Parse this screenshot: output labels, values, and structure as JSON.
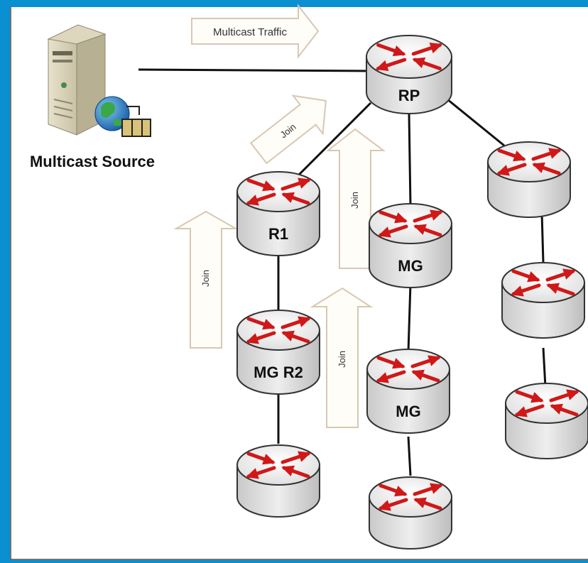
{
  "colors": {
    "frame": "#0a8fd0",
    "background": "#ffffff",
    "arrow_red": "#d01818",
    "router_top": "#f2f2f2",
    "router_side": "#dcdcdc",
    "link": "#111111",
    "callout_stroke": "#d7c8b2",
    "callout_fill": "#fffdf8"
  },
  "source": {
    "label": "Multicast Source",
    "icon": "server-globe-icon"
  },
  "traffic_arrow": {
    "label": "Multicast Traffic"
  },
  "routers": {
    "rp": {
      "label": "RP",
      "icon": "router-icon"
    },
    "r1": {
      "label": "R1",
      "icon": "router-icon"
    },
    "mg_r2": {
      "label": "MG R2",
      "icon": "router-icon"
    },
    "mg_mid": {
      "label": "MG",
      "icon": "router-icon"
    },
    "mg_low": {
      "label": "MG",
      "icon": "router-icon"
    },
    "leaf_left": {
      "label": "",
      "icon": "router-icon"
    },
    "leaf_mid": {
      "label": "",
      "icon": "router-icon"
    },
    "right_top": {
      "label": "",
      "icon": "router-icon"
    },
    "right_mid": {
      "label": "",
      "icon": "router-icon"
    },
    "right_bottom": {
      "label": "",
      "icon": "router-icon"
    }
  },
  "join_arrows": {
    "r1_to_rp": "Join",
    "mg_to_rp": "Join",
    "r2_to_r1": "Join",
    "mg_to_mg": "Join"
  }
}
